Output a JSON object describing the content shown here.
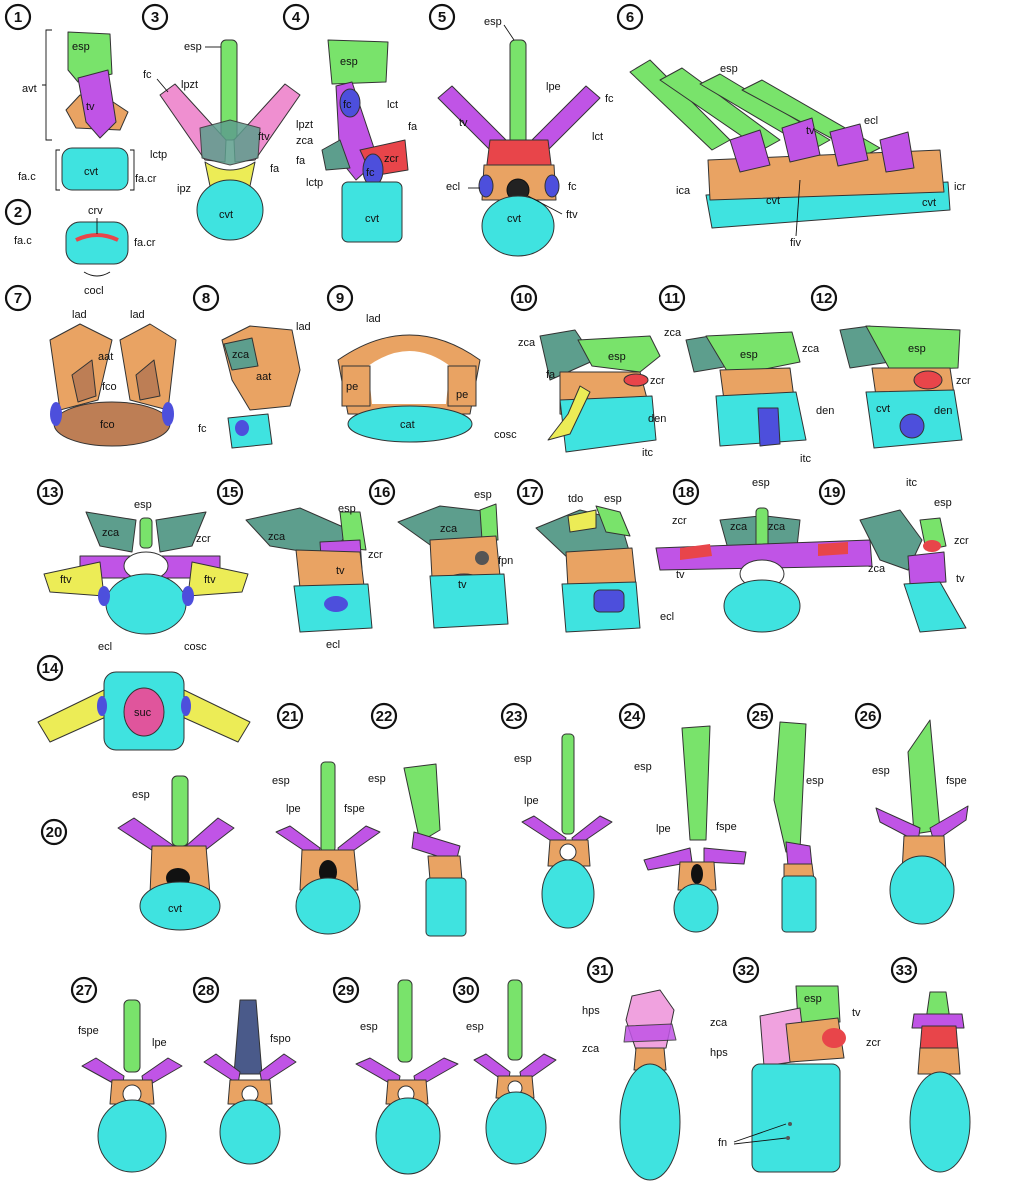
{
  "colors": {
    "cyan": "#3fe3e0",
    "green": "#79e36b",
    "purple": "#c054e6",
    "orange": "#e9a363",
    "tan": "#bd7e55",
    "teal": "#5d9e8d",
    "red": "#e8454a",
    "blue": "#4d4fdc",
    "pink": "#ef8fd0",
    "yellow": "#ecec56",
    "magenta": "#e0559c"
  },
  "figure_numbers": [
    "1",
    "2",
    "3",
    "4",
    "5",
    "6",
    "7",
    "8",
    "9",
    "10",
    "11",
    "12",
    "13",
    "14",
    "15",
    "16",
    "17",
    "18",
    "19",
    "20",
    "21",
    "22",
    "23",
    "24",
    "25",
    "26",
    "27",
    "28",
    "29",
    "30",
    "31",
    "32",
    "33"
  ],
  "labels": {
    "esp": "esp",
    "avt": "avt",
    "tv": "tv",
    "cvt": "cvt",
    "fa_c": "fa.c",
    "fa_cr": "fa.cr",
    "crv": "crv",
    "cocl": "cocl",
    "fc": "fc",
    "lpzt": "lpzt",
    "lctp": "lctp",
    "ipz": "ipz",
    "fa": "fa",
    "ftv": "ftv",
    "lct": "lct",
    "zca": "zca",
    "zcr": "zcr",
    "lpe": "lpe",
    "ecl": "ecl",
    "ica": "ica",
    "fiv": "fiv",
    "icr": "icr",
    "lad": "lad",
    "aat": "aat",
    "fco": "fco",
    "pe": "pe",
    "cat": "cat",
    "cosc": "cosc",
    "den": "den",
    "itc": "itc",
    "suc": "suc",
    "fpn": "fpn",
    "tdo": "tdo",
    "fspe": "fspe",
    "fspo": "fspo",
    "hps": "hps",
    "fn": "fn"
  }
}
